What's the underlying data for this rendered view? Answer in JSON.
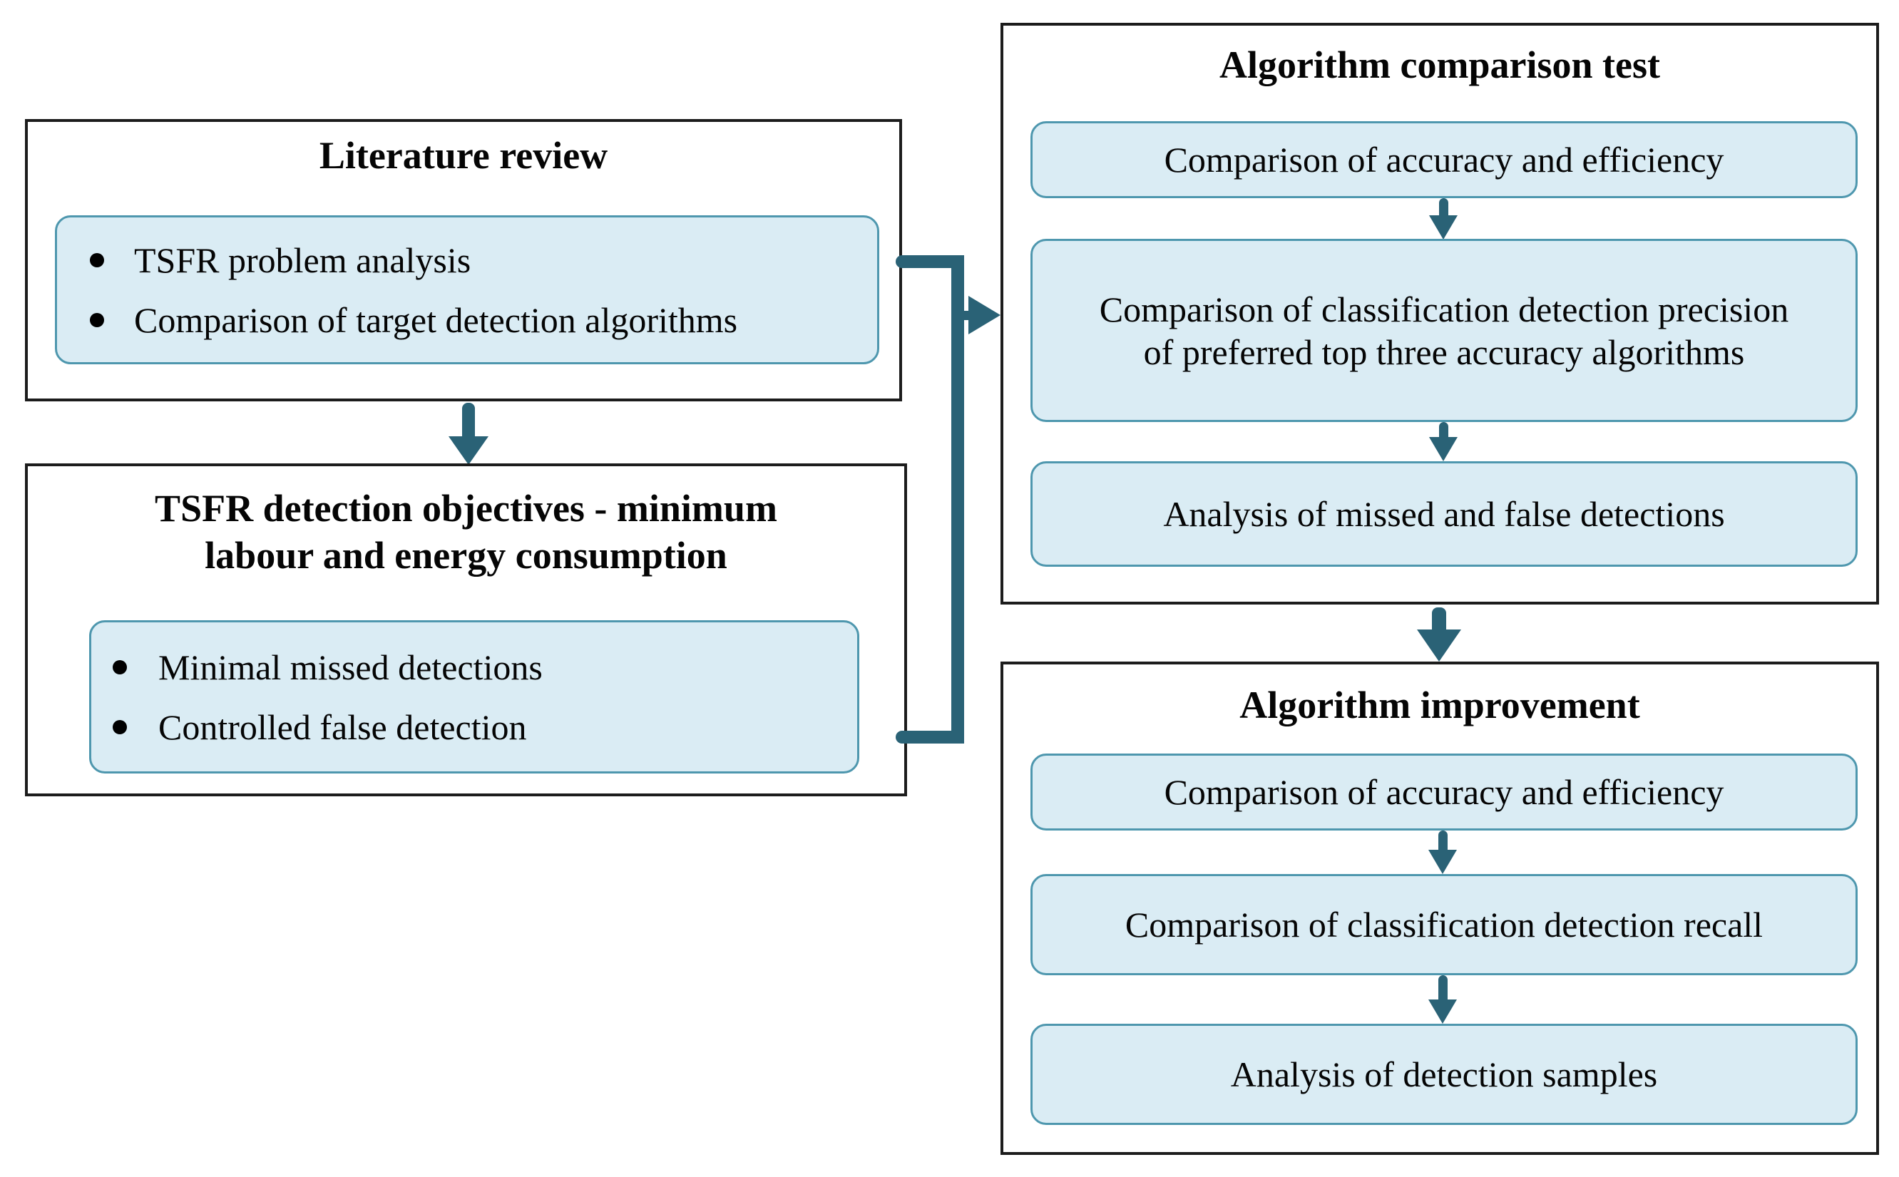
{
  "diagram": {
    "left_column": {
      "literature_review": {
        "title": "Literature review",
        "bullets": [
          "TSFR problem analysis",
          "Comparison of target detection algorithms"
        ]
      },
      "objectives": {
        "title": "TSFR detection objectives - minimum labour and energy consumption",
        "bullets": [
          "Minimal missed detections",
          "Controlled false detection"
        ]
      }
    },
    "right_column": {
      "comparison_test": {
        "title": "Algorithm comparison test",
        "steps": [
          "Comparison of accuracy and efficiency",
          "Comparison of classification detection precision of preferred top three accuracy algorithms",
          "Analysis of missed and false detections"
        ]
      },
      "improvement": {
        "title": "Algorithm improvement",
        "steps": [
          "Comparison of accuracy and efficiency",
          "Comparison of classification detection recall",
          "Analysis of detection samples"
        ]
      }
    },
    "colors": {
      "arrow_teal": "#2A6276",
      "step_fill": "#DAECF4",
      "step_border": "#4E97AE",
      "frame_border": "#1C1C1C"
    }
  }
}
